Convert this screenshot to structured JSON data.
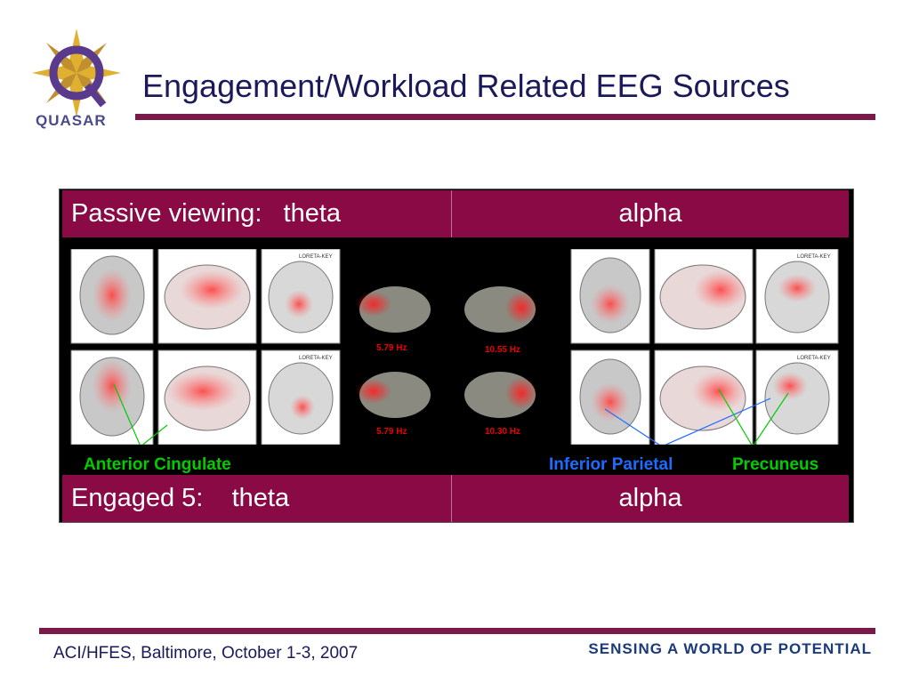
{
  "logo": {
    "text": "QUASAR"
  },
  "title": "Engagement/Workload Related EEG Sources",
  "table": {
    "top": {
      "left": "Passive viewing:   theta",
      "right": "alpha"
    },
    "bottom": {
      "left": "Engaged 5:    theta",
      "right": "alpha"
    }
  },
  "frequencies": {
    "theta_top": "5.79 Hz",
    "theta_bottom": "5.79 Hz",
    "alpha_top": "10.55 Hz",
    "alpha_bottom": "10.30 Hz"
  },
  "regions": {
    "anterior_cingulate": "Anterior Cingulate",
    "inferior_parietal": "Inferior Parietal",
    "precuneus": "Precuneus"
  },
  "scan_label": "LORETA-KEY",
  "footer": {
    "left": "ACI/HFES, Baltimore, October 1-3, 2007",
    "right": "SENSING A WORLD OF POTENTIAL"
  },
  "colors": {
    "accent": "#7a1a4a",
    "header": "#8a0a45",
    "region_green": "#00cc00",
    "region_blue": "#1e6cff"
  }
}
